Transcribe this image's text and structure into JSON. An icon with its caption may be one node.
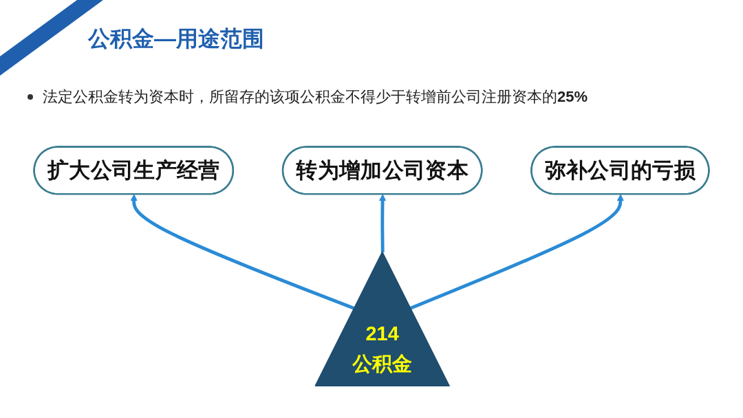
{
  "diagram": {
    "title": "公积金—用途范围",
    "nodes": [
      {
        "text": [
          "转为增加公司资本"
        ]
      },
      {
        "text": [
          "扩大公司生产经营"
        ]
      },
      {
        "text": [
          "214",
          "公积金"
        ]
      },
      {
        "text": [
          "弥补公司的亏损"
        ]
      }
    ],
    "edges": [
      {
        "from": 2,
        "to": 1,
        "arrow": "to"
      },
      {
        "from": 2,
        "to": 0,
        "arrow": "to"
      },
      {
        "from": 2,
        "to": 3,
        "arrow": "to"
      }
    ],
    "labels": [
      "法定公积金转为资本时，所留存的该项公积金不得少于转增前公司注册资本的**25%**"
    ]
  }
}
